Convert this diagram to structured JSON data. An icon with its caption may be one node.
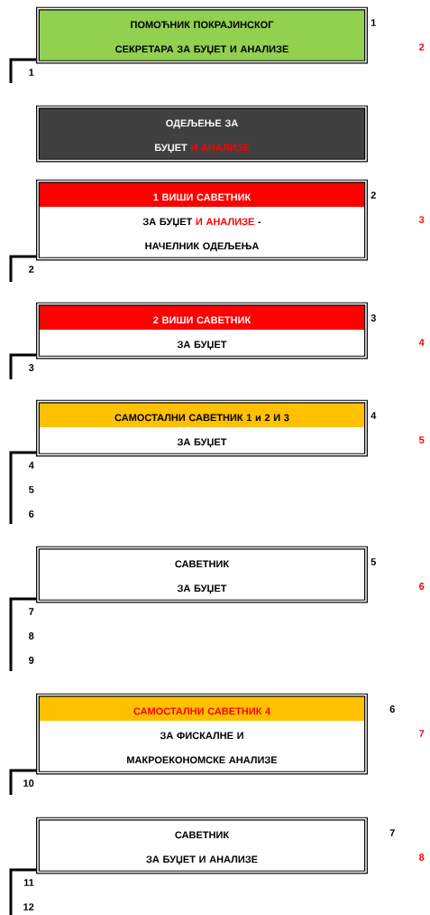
{
  "diagram": {
    "nodes": [
      {
        "text": [
          "ПОМОЋНИК ПОКРАЈИНСКОГ СЕКРЕТАРА ЗА БУЏЕТ И АНАЛИЗЕ"
        ],
        "beside": [
          "1"
        ]
      },
      {
        "text": [
          "ОДЕЉЕЊЕ ЗА",
          "БУЏЕТ",
          "И АНАЛИЗЕ"
        ]
      },
      {
        "text": [
          "1 ВИШИ САВЕТНИК",
          "ЗА БУЏЕТ",
          "И АНАЛИЗЕ",
          "-",
          "НАЧЕЛНИК ОДЕЉЕЊА"
        ],
        "beside": [
          "2"
        ]
      },
      {
        "text": [
          "2 ВИШИ САВЕТНИК",
          "ЗА БУЏЕТ"
        ],
        "beside": [
          "3"
        ]
      },
      {
        "text": [
          "САМОСТАЛНИ САВЕТНИК 1 и 2 И 3",
          "ЗА БУЏЕТ"
        ],
        "beside": [
          "4"
        ]
      },
      {
        "text": [
          "САВЕТНИК",
          "ЗА БУЏЕТ"
        ],
        "beside": [
          "5"
        ]
      },
      {
        "text": [
          "САМОСТАЛНИ САВЕТНИК 4",
          "ЗА ФИСКАЛНЕ И МАКРОЕКОНОМСКЕ АНАЛИЗЕ"
        ],
        "beside": [
          "6"
        ]
      },
      {
        "text": [
          "САВЕТНИК",
          "ЗА БУЏЕТ И АНАЛИЗЕ"
        ],
        "beside": [
          "7"
        ]
      }
    ],
    "labels": [
      "2",
      "1",
      "3",
      "2",
      "4",
      "3",
      "5",
      "4",
      "5",
      "6",
      "6",
      "7",
      "8",
      "9",
      "7",
      "10",
      "8",
      "11",
      "12"
    ]
  }
}
